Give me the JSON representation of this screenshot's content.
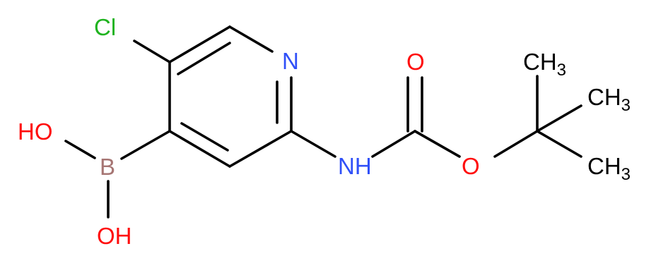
{
  "atoms": {
    "cl": {
      "label": "Cl",
      "color": "#1fb31f"
    },
    "n_ring": {
      "label": "N",
      "color": "#3050f8"
    },
    "nh": {
      "label": "NH",
      "color": "#3050f8"
    },
    "o_carbonyl": {
      "label": "O",
      "color": "#ff0d0d"
    },
    "o_ester": {
      "label": "O",
      "color": "#ff0d0d"
    },
    "b": {
      "label": "B",
      "color": "#a67573"
    },
    "oh_top": {
      "label": "HO",
      "color": "#ff0d0d"
    },
    "oh_bottom": {
      "label": "OH",
      "color": "#ff0d0d"
    },
    "ch3_1": {
      "label": "CH",
      "sub": "3",
      "color": "#000000"
    },
    "ch3_2": {
      "label": "CH",
      "sub": "3",
      "color": "#000000"
    },
    "ch3_3": {
      "label": "CH",
      "sub": "3",
      "color": "#000000"
    }
  }
}
